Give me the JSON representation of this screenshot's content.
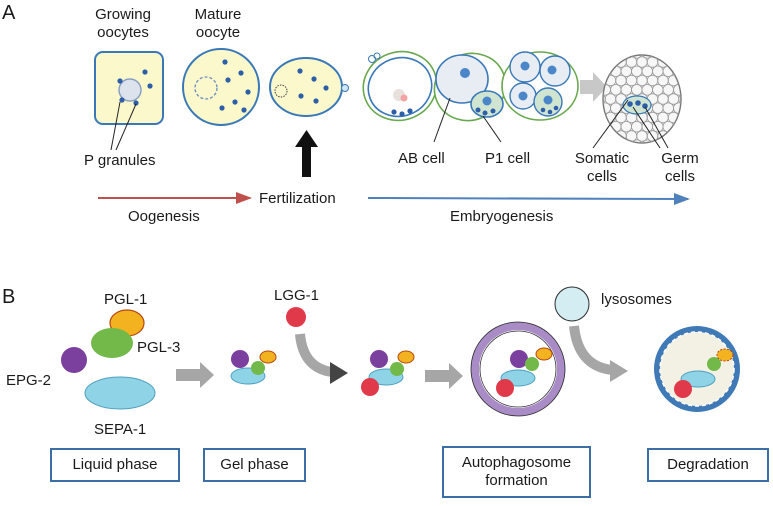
{
  "panel_a": {
    "letter": "A",
    "growing_oocytes": "Growing\noocytes",
    "mature_oocyte": "Mature\noocyte",
    "p_granules": "P granules",
    "fertilization": "Fertilization",
    "ab_cell": "AB cell",
    "p1_cell": "P1 cell",
    "somatic_cells": "Somatic\ncells",
    "germ_cells": "Germ\ncells",
    "oogenesis": "Oogenesis",
    "embryogenesis": "Embryogenesis",
    "colors": {
      "oogenesis_arrow": "#c0504d",
      "embryogenesis_arrow": "#4f81bd",
      "oocyte_fill": "#fbf8cc",
      "granule": "#2e5ea8"
    }
  },
  "panel_b": {
    "letter": "B",
    "pgl1": "PGL-1",
    "pgl3": "PGL-3",
    "epg2": "EPG-2",
    "sepa1": "SEPA-1",
    "lgg1": "LGG-1",
    "lysosomes": "lysosomes",
    "stages": [
      "Liquid phase",
      "Gel phase",
      "Autophagosome\nformation",
      "Degradation"
    ],
    "colors": {
      "pgl1": "#f3b21f",
      "pgl3": "#72b94a",
      "epg2": "#7b3f9e",
      "sepa1": "#8ed3e6",
      "lgg1": "#e0394a",
      "membrane": "#a98bc6",
      "lysosome": "#d3edf2"
    }
  }
}
